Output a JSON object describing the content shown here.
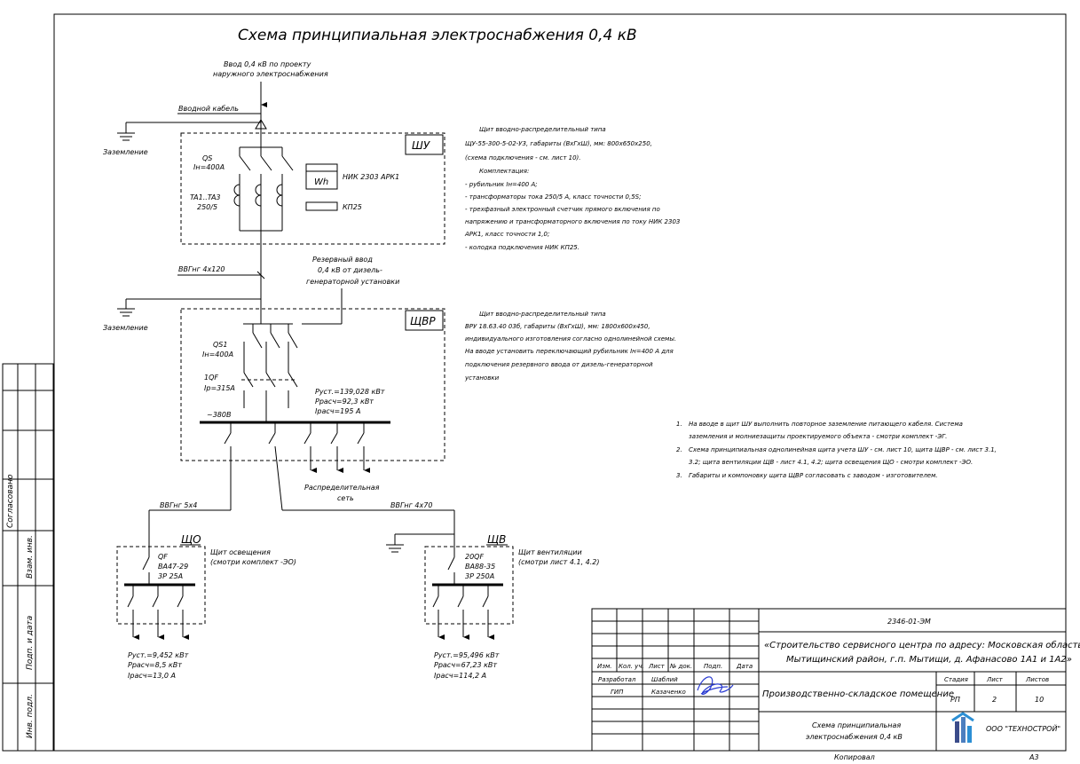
{
  "title": "Схема принципиальная электроснабжения 0,4 кВ",
  "input": {
    "line1": "Ввод 0,4 кВ по проекту",
    "line2": "наружного электроснабжения",
    "cable_label": "Вводной кабель"
  },
  "grounding_label": "Заземление",
  "shu": {
    "tag": "ШУ",
    "qs_name": "QS",
    "qs_rating": "Iн=400А",
    "ta_name": "TA1..TA3",
    "ta_ratio": "250/5",
    "meter_symbol": "Wh",
    "meter_model": "НИК 2303 АРК1",
    "terminal_block": "КП25",
    "description": [
      "Щит вводно-распределительный типа",
      "ЩУ-55-300-5-02-У3,  габариты  (ВхГхШ),  мм:  800х650х250,",
      "(схема подключения - см. лист 10).",
      "Комплектация:",
      "- рубильник  Iн=400 А;",
      "- трансформаторы тока  250/5 А,  класс точности  0,5S;",
      "-  трехфазный  электронный  счетчик  прямого  включения  по",
      "напряжению  и  трансформаторного  включения  по  току  НИК  2303",
      "АРК1,  класс точности  1,0;",
      "- колодка подключения НИК КП25."
    ]
  },
  "cable_main": "ВВГнг 4х120",
  "reserve": {
    "line1": "Резервный ввод",
    "line2": "0,4 кВ от дизель-",
    "line3": "генераторной установки"
  },
  "shvr": {
    "tag": "ЩВР",
    "qs_name": "QS1",
    "qs_rating": "Iн=400А",
    "sw_name": "1QF",
    "sw_rating": "Iр=315А",
    "bus_voltage": "~380В",
    "p_inst": "Руст.=139,028 кВт",
    "p_calc": "Ррасч=92,3 кВт",
    "i_calc": "Iрасч=195 А",
    "description": [
      "Щит вводно-распределительный типа",
      "ВРУ  18.63.40  03б,  габариты  (ВхГхШ),  мм:  1800х600х450,",
      "индивидуального изготовления согласно однолинейной схемы.",
      "На  вводе  установить  переключающий  рубильник  Iн=400 А  для",
      "подключения  резервного  ввода  от  дизель-генераторной",
      "установки"
    ],
    "distribution_line1": "Распределительная",
    "distribution_line2": "сеть"
  },
  "cable_sho": "ВВГнг 5х4",
  "cable_shv": "ВВГнг 4х70",
  "sho": {
    "tag": "ЩО",
    "breaker_name": "QF",
    "breaker_model": "ВА47-29",
    "breaker_rating": "3Р 25А",
    "desc_line1": "Щит освещения",
    "desc_line2": "(смотри комплект -ЭО)",
    "p_inst": "Руст.=9,452 кВт",
    "p_calc": "Ррасч=8,5 кВт",
    "i_calc": "Iрасч=13,0 А"
  },
  "shv": {
    "tag": "ЩВ",
    "breaker_name": "20QF",
    "breaker_model": "ВА88-35",
    "breaker_rating": "3Р 250А",
    "desc_line1": "Щит вентиляции",
    "desc_line2": "(смотри лист 4.1, 4.2)",
    "p_inst": "Руст.=95,496 кВт",
    "p_calc": "Ррасч=67,23 кВт",
    "i_calc": "Iрасч=114,2 А"
  },
  "notes": [
    {
      "num": "1.",
      "lines": [
        "На  вводе  в  щит  ШУ  выполнить  повторное  заземление  питающего  кабеля.  Система",
        "заземления и молниезащиты проектируемого объекта - смотри комплект -ЭГ."
      ]
    },
    {
      "num": "2.",
      "lines": [
        "Схема принципиальная однолинейная щита учета ШУ - см. лист 10, щита ЩВР - см. лист 3.1,",
        "3.2;  щита вентиляции ЩВ - лист 4.1, 4.2;  щита освещения ЩО - смотри комплект -ЭО."
      ]
    },
    {
      "num": "3.",
      "lines": [
        "Габариты и компоновку щита ЩВР согласовать с заводом - изготовителем."
      ]
    }
  ],
  "side_stamp": {
    "agreed": "Согласовано",
    "inv_replace": "Взам. инв.",
    "sign_date": "Подп. и дата",
    "inv_orig": "Инв. подл."
  },
  "title_block": {
    "doc_code": "2346-01-ЭМ",
    "project_line1": "«Строительство сервисного центра по адресу: Московская область,",
    "project_line2": "Мытищинский район, г.п. Мытищи, д. Афанасово 1А1 и 1А2»",
    "building": "Производственно-складское помещение",
    "sheet_title_line1": "Схема принципиальная",
    "sheet_title_line2": "электроснабжения 0,4 кВ",
    "headers": [
      "Изм.",
      "Кол. уч.",
      "Лист",
      "№ док.",
      "Подп.",
      "Дата"
    ],
    "dev_role": "Разработал",
    "dev_name": "Шаблий",
    "gip_role": "ГИП",
    "gip_name": "Казаченко",
    "stage_label": "Стадия",
    "sheet_label": "Лист",
    "sheets_label": "Листов",
    "stage": "РП",
    "sheet": "2",
    "sheets": "10",
    "company": "ООО \"ТЕХНОСТРОЙ\"",
    "copied": "Копировал",
    "format": "А3"
  }
}
